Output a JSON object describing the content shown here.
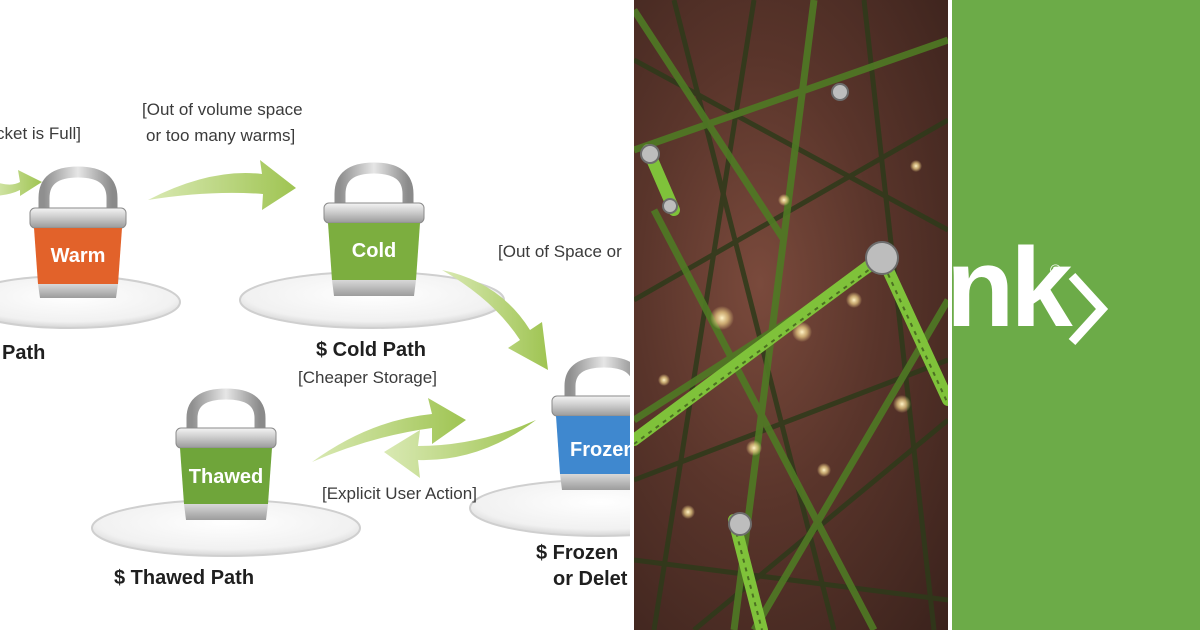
{
  "diagram": {
    "notes": {
      "bucket_full": "cket is Full]",
      "volume_space_line1": "[Out of volume space",
      "volume_space_line2": "or too many warms]",
      "out_of_space": "[Out of Space or",
      "cheaper_storage": "[Cheaper Storage]",
      "explicit_action": "[Explicit User Action]"
    },
    "buckets": {
      "warm": "Warm",
      "cold": "Cold",
      "frozen": "Frozen",
      "thawed": "Thawed"
    },
    "paths": {
      "warm": "Path",
      "cold": "$ Cold Path",
      "thawed": "$ Thawed Path",
      "frozen_line1": "$ Frozen",
      "frozen_line2": "or Delet"
    },
    "colors": {
      "warm": "#e2622a",
      "cold": "#7cae3f",
      "frozen": "#3f88cf",
      "thawed": "#6fa53a",
      "arrow": "#a9cc5e"
    }
  },
  "brand": {
    "wordmark": "nk",
    "registered": "®",
    "chevron_icon": "chevron-right-icon",
    "color": "#6cab48"
  }
}
